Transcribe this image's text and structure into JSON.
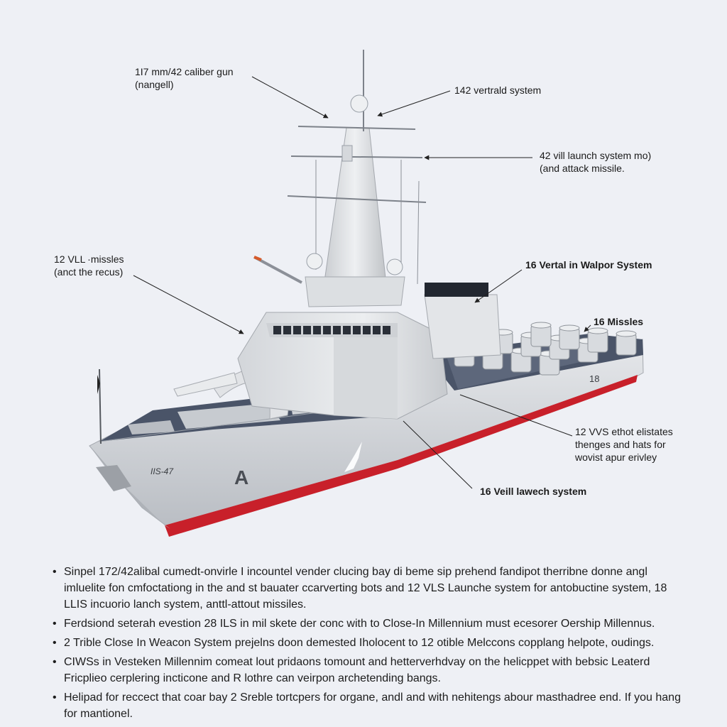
{
  "callouts": {
    "gun": {
      "line1": "1I7 mm/42 caliber gun",
      "line2": "(nangell)"
    },
    "vertical_top": {
      "line1": "142 vertrald system"
    },
    "launch_right": {
      "line1": "42 vill launch system mo)",
      "line2": "(and attack missile."
    },
    "vll_left": {
      "line1": "12 VLL ·missles",
      "line2": "(anct the recus)"
    },
    "weapon_system": {
      "line1": "16 Vertal in Walpor System"
    },
    "missiles": {
      "line1": "16 Missles"
    },
    "vws": {
      "line1": "12 VVS ethot elistates",
      "line2": "thenges and hats for",
      "line3": "wovist apur erivley"
    },
    "vell_launch": {
      "line1": "16 Veill lawech system"
    }
  },
  "ship": {
    "hull_number": "IIS-47",
    "hull_marking": "A",
    "stern_number": "18"
  },
  "notes": [
    "Sinpel 172/42alibal cumedt-onvirle I incountel vender clucing bay di beme sip prehend fandipot therribne donne angl imluelite fon cmfoctationg in the and st bauater ccarverting bots and 12 VLS Launche system for antobuctine system, 18 LLIS incuorio lanch system, anttl-attout missiles.",
    "Ferdsiond seterah evestion 28 ILS in mil skete der conc with to Close-In Millennium must ecesorer Oership Millennus.",
    "2 Trible Close In Weacon System prejelns doon demested Iholocent to 12 otible Melccons copplang helpote, oudings.",
    "CIWSs in Vesteken Millennim comeat lout pridaons tomount and hetterverhdvay on the helicppet with bebsic Leaterd Fricplieo cerplering incticone and R lothre can veirpon archetending bangs.",
    "Helipad for reccect that coar bay 2 Sreble tortcpers for organe, andl and with nehitengs abour masthadree end. If you hang for mantionel."
  ],
  "colors": {
    "background": "#eef0f5",
    "hull": "#d9dce0",
    "superstructure": "#e4e6e9",
    "deck": "#4a5468",
    "waterline": "#c8202a",
    "leader_line": "#222222"
  }
}
